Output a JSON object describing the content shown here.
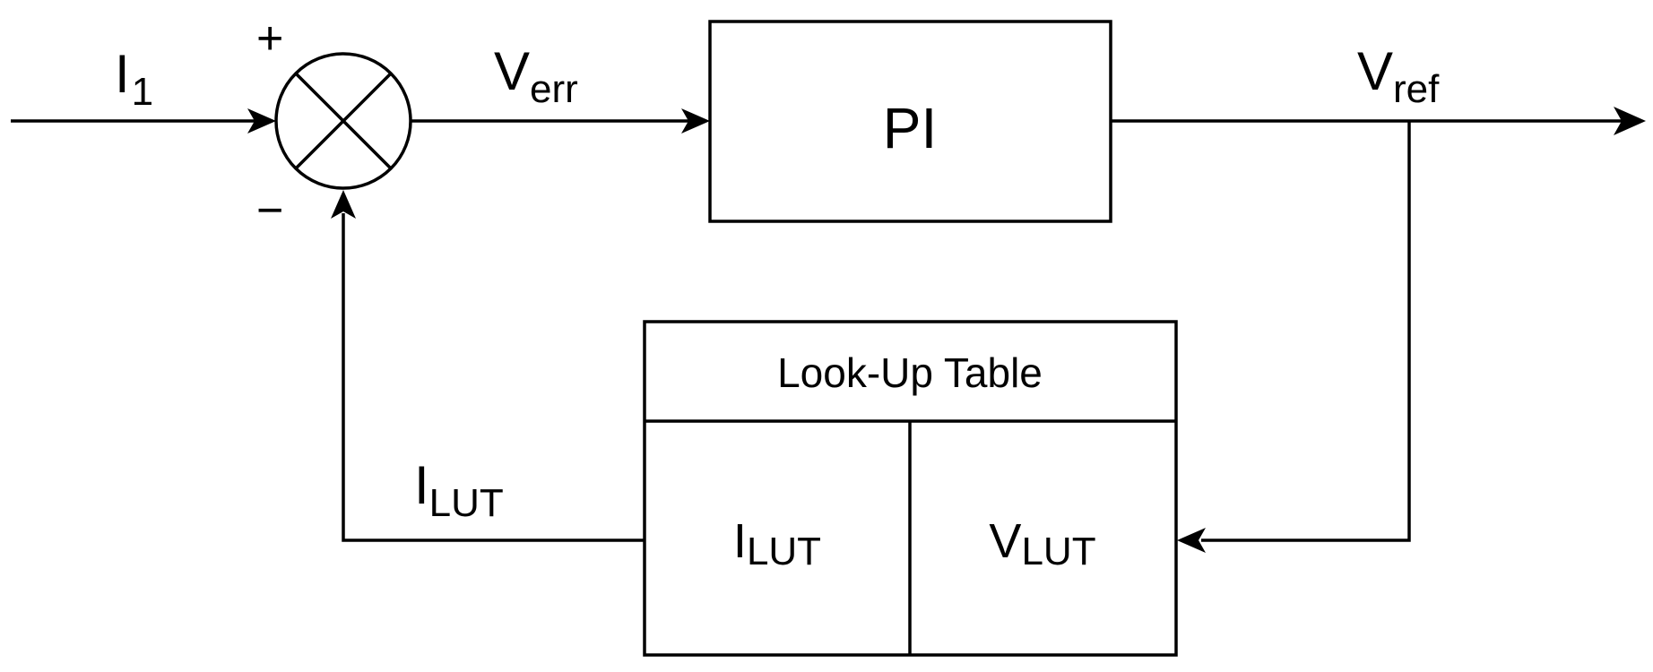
{
  "diagram": {
    "input": {
      "main": "I",
      "sub": "1"
    },
    "sign_plus": "+",
    "sign_minus": "−",
    "error": {
      "main": "V",
      "sub": "err"
    },
    "pi_block": {
      "label": "PI"
    },
    "output": {
      "main": "V",
      "sub": "ref"
    },
    "lut": {
      "title": "Look-Up Table",
      "left_cell": {
        "main": "I",
        "sub": "LUT"
      },
      "right_cell": {
        "main": "V",
        "sub": "LUT"
      }
    },
    "feedback": {
      "main": "I",
      "sub": "LUT"
    }
  }
}
